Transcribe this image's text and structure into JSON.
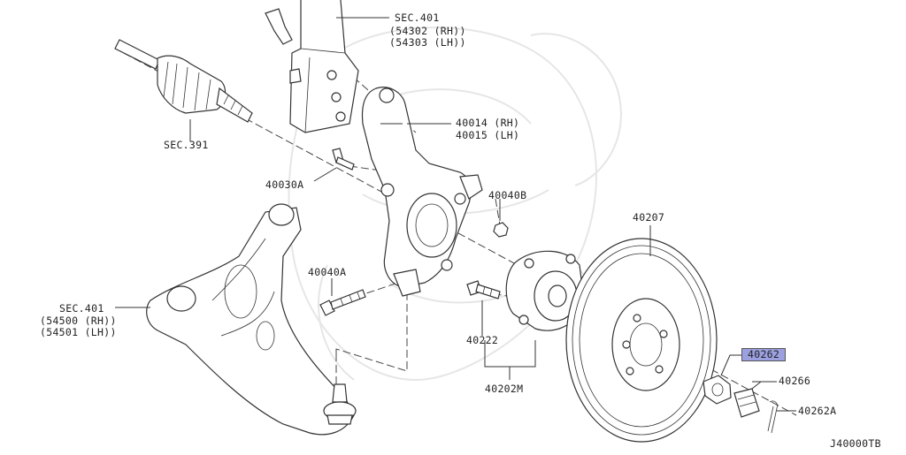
{
  "diagram": {
    "code": "J40000TB",
    "labels": {
      "sec401_top": "SEC.401",
      "p54302": "54302 (RH)",
      "p54303": "54303 (LH)",
      "sec391": "SEC.391",
      "p40014": "40014 (RH)",
      "p40015": "40015 (LH)",
      "p40030a": "40030A",
      "p40040b": "40040B",
      "p40207": "40207",
      "p40040a": "40040A",
      "sec401_mid": "SEC.401",
      "p54500": "54500 (RH)",
      "p54501": "54501 (LH)",
      "p40222": "40222",
      "p40202m": "40202M",
      "p40262": "40262",
      "p40266": "40266",
      "p40262a": "40262A"
    },
    "highlight_color": "#9ca0e0"
  }
}
